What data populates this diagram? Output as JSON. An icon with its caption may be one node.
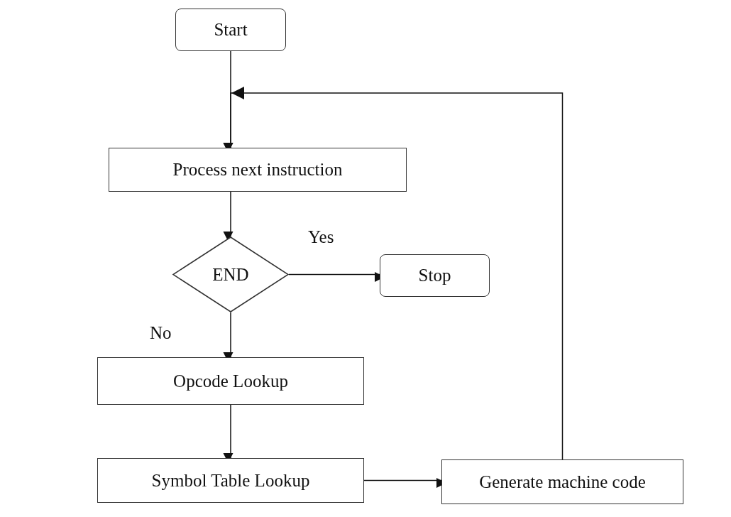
{
  "diagram": {
    "nodes": [
      {
        "text": [
          "Start"
        ]
      },
      {
        "text": [
          "Process next instruction"
        ]
      },
      {
        "text": [
          "END"
        ]
      },
      {
        "text": [
          "Stop"
        ]
      },
      {
        "text": [
          "Opcode Lookup"
        ]
      },
      {
        "text": [
          "Symbol Table Lookup"
        ]
      },
      {
        "text": [
          "Generate machine code"
        ]
      }
    ],
    "edges": [
      {
        "from": 0,
        "to": 1,
        "arrow": "to"
      },
      {
        "from": 1,
        "to": 2,
        "arrow": "to"
      },
      {
        "from": 2,
        "to": 3,
        "arrow": "to",
        "label": "Yes"
      },
      {
        "from": 2,
        "to": 4,
        "arrow": "to",
        "label": "No"
      },
      {
        "from": 4,
        "to": 5,
        "arrow": "to"
      },
      {
        "from": 5,
        "to": 6,
        "arrow": "to"
      },
      {
        "from": 6,
        "to": 1,
        "arrow": "to"
      }
    ]
  }
}
